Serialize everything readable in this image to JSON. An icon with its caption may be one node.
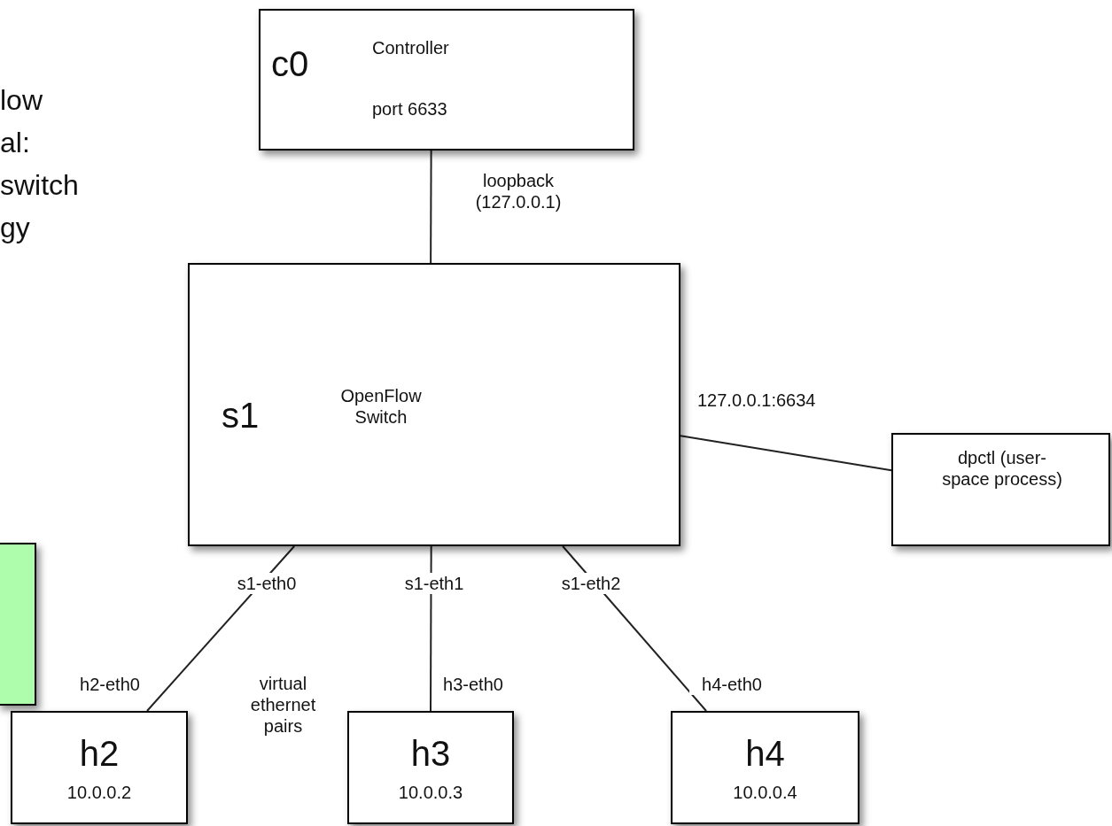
{
  "diagram": {
    "nodes": [
      {
        "text": [
          "c0",
          "Controller",
          "port 6633"
        ]
      },
      {
        "text": [
          "s1",
          "OpenFlow Switch"
        ]
      },
      {
        "text": [
          "dpctl (user-space process)"
        ]
      },
      {
        "text": [],
        "shape": "box"
      },
      {
        "text": [
          "h2",
          "10.0.0.2"
        ]
      },
      {
        "text": [
          "h3",
          "10.0.0.3"
        ]
      },
      {
        "text": [
          "h4",
          "10.0.0.4"
        ]
      }
    ],
    "edges": [
      {
        "from": 0,
        "to": 1,
        "arrow": "none",
        "label": "loopback (127.0.0.1)"
      },
      {
        "from": 1,
        "to": 2,
        "arrow": "none",
        "label": "127.0.0.1:6634"
      },
      {
        "from": 1,
        "to": 4,
        "arrow": "none",
        "label": "s1-eth0"
      },
      {
        "from": 1,
        "to": 5,
        "arrow": "none",
        "label": "s1-eth1"
      },
      {
        "from": 1,
        "to": 6,
        "arrow": "none",
        "label": "s1-eth2"
      }
    ],
    "labels": [
      "low",
      "al:",
      "switch",
      "gy",
      "h2-eth0",
      "virtual ethernet pairs",
      "h3-eth0",
      "h4-eth0"
    ]
  }
}
